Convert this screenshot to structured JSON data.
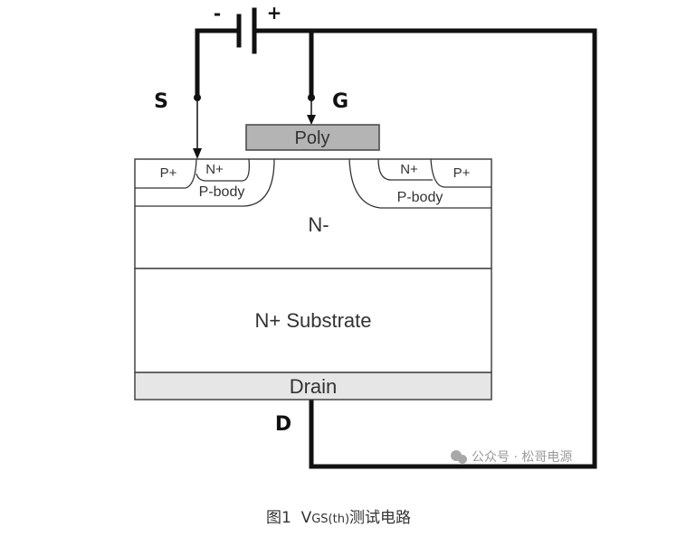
{
  "battery": {
    "minus_label": "-",
    "plus_label": "+"
  },
  "terminals": {
    "source": "S",
    "gate": "G",
    "drain": "D"
  },
  "device": {
    "poly_label": "Poly",
    "left_p_plus": "P+",
    "left_n_plus": "N+",
    "left_p_body": "P-body",
    "right_n_plus": "N+",
    "right_p_plus": "P+",
    "right_p_body": "P-body",
    "n_minus_label": "N-",
    "substrate_label": "N+ Substrate",
    "drain_label": "Drain"
  },
  "colors": {
    "wire": "#111111",
    "poly_fill": "#b4b4b4",
    "drain_fill": "#e6e6e6",
    "outline": "#444444"
  },
  "watermark": {
    "text": "公众号 · 松哥电源"
  },
  "caption": {
    "figure": "图1",
    "v": "V",
    "sub": "GS(th)",
    "rest": "测试电路"
  }
}
